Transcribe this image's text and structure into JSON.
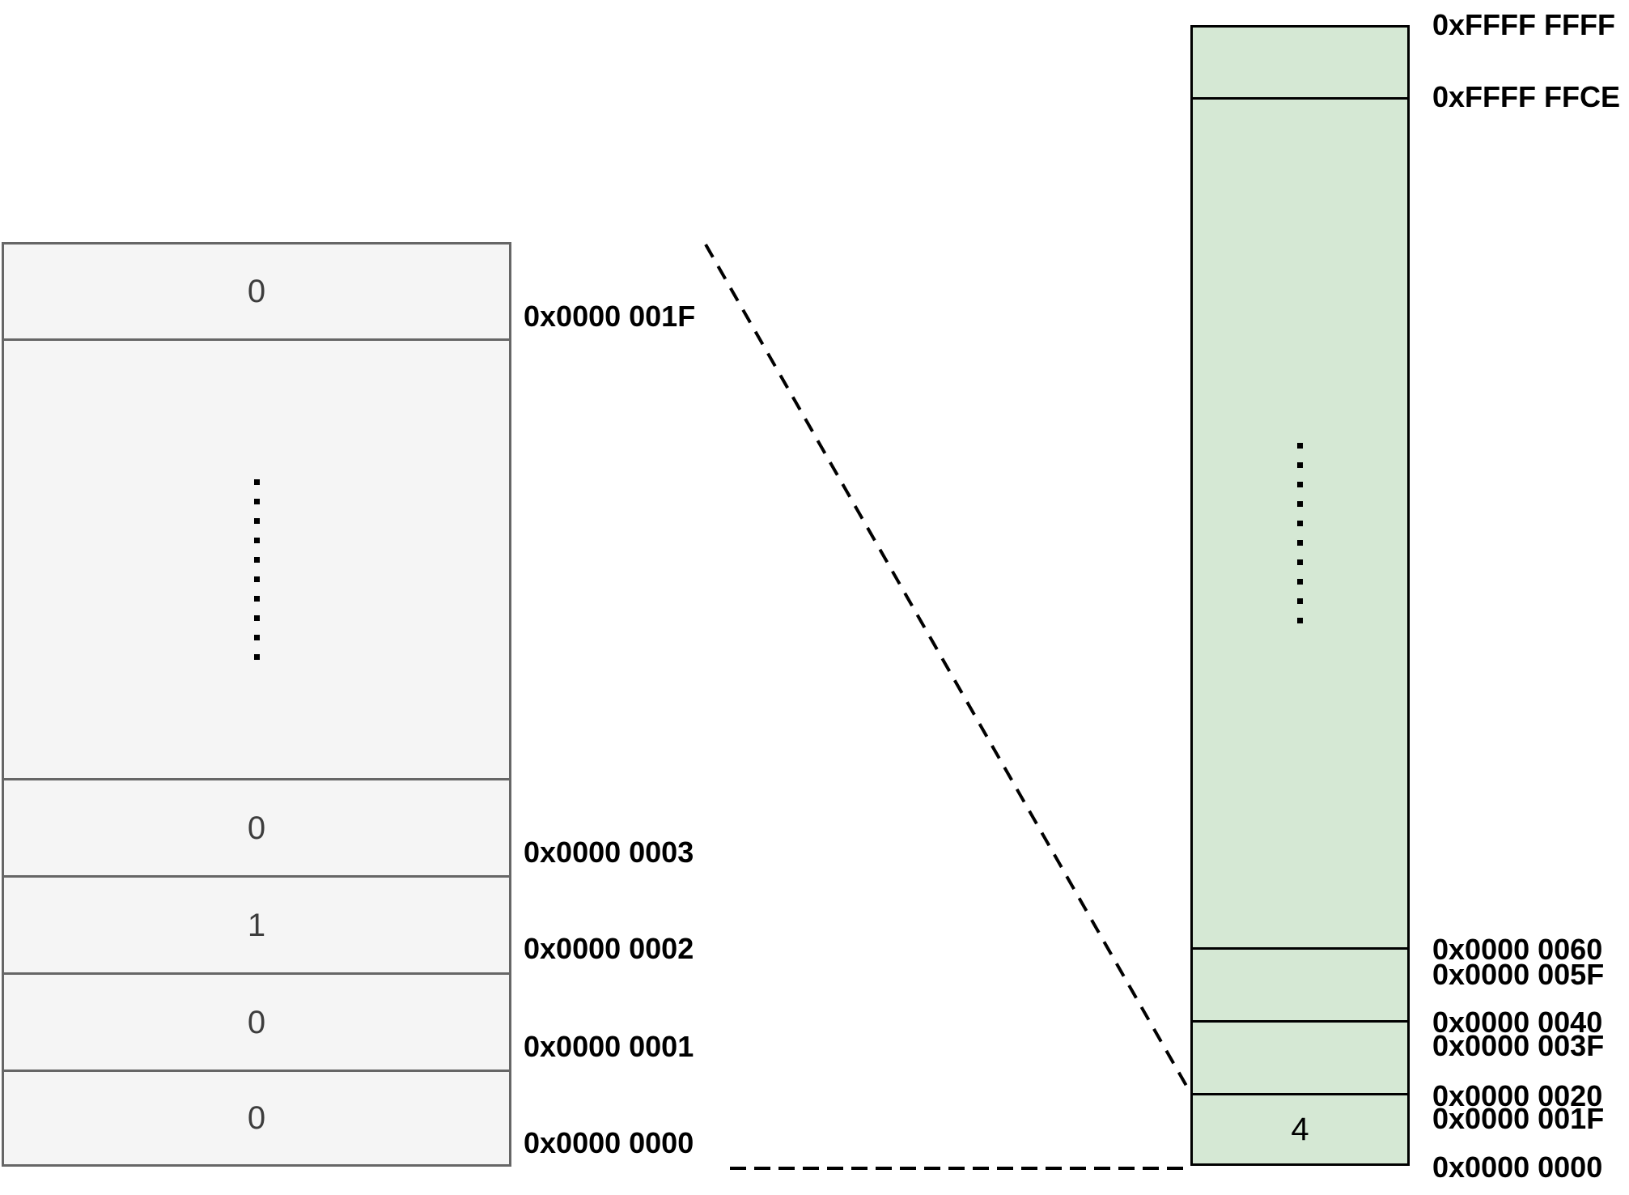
{
  "colors": {
    "left_stack_fill": "#f5f5f5",
    "left_stack_border": "#666666",
    "left_value_color": "#3d3d3d",
    "right_stack_fill": "#d5e8d4",
    "right_stack_border": "#000000",
    "label_color": "#000000",
    "connector_line_color": "#000000"
  },
  "left_stack": {
    "ellipsis_icon": "vertical-dots",
    "values": [
      "0",
      "0",
      "1",
      "0",
      "0"
    ],
    "address_labels": [
      "0x0000 001F",
      "0x0000 0003",
      "0x0000 0002",
      "0x0000 0001",
      "0x0000 0000"
    ]
  },
  "right_stack": {
    "ellipsis_icon": "vertical-dots",
    "bottom_cell_value": "4",
    "address_labels": [
      "0xFFFF FFFF",
      "0xFFFF FFCE",
      "0x0000 0060",
      "0x0000 005F",
      "0x0000 0040",
      "0x0000 003F",
      "0x0000 0020",
      "0x0000 001F",
      "0x0000 0000"
    ]
  }
}
